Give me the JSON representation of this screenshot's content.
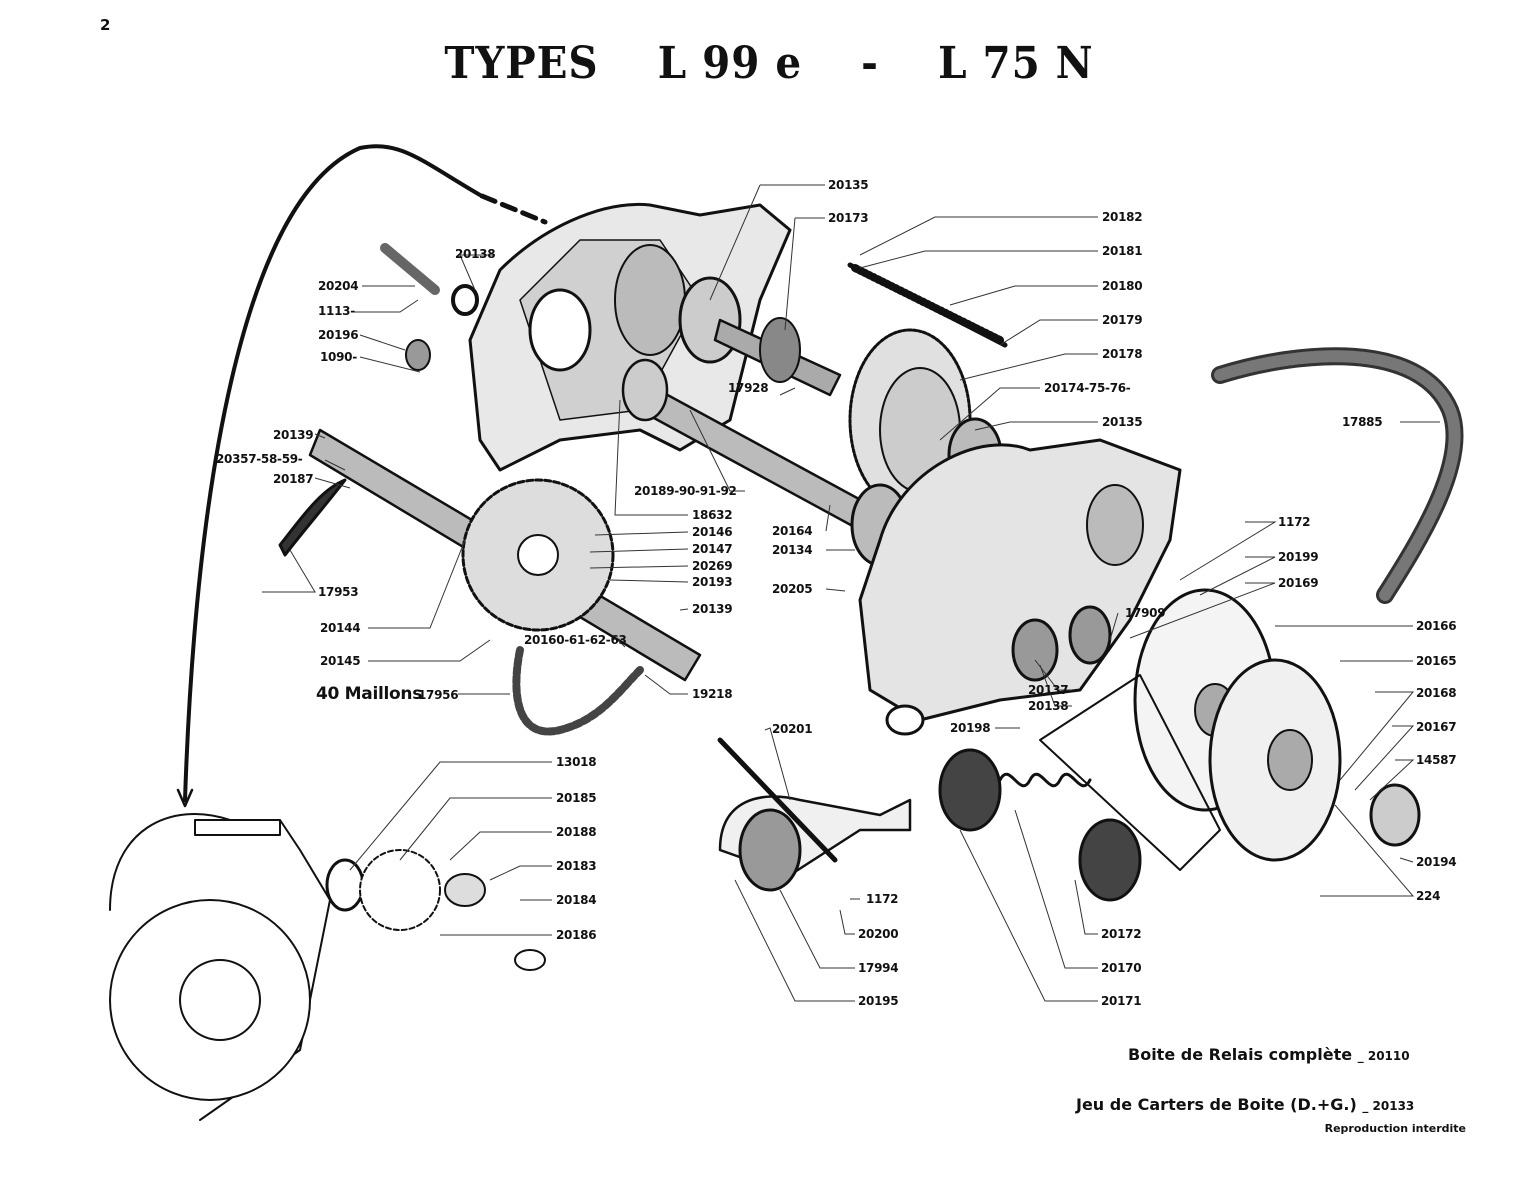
{
  "page": {
    "number": "2",
    "title_parts": [
      "TYPES",
      "L 99 e",
      "-",
      "L 75 N"
    ]
  },
  "labels": {
    "p20135a": "20135",
    "p20173": "20173",
    "p20182": "20182",
    "p20181": "20181",
    "p20180": "20180",
    "p20179": "20179",
    "p20178": "20178",
    "p20174": "20174-75-76-",
    "p20135b": "20135",
    "p17885": "17885",
    "p20138a": "20138",
    "p20204": "20204",
    "p1113": "1113-",
    "p20196": "20196",
    "p1090": "1090-",
    "p20139a": "20139",
    "p20357": "20357-58-59-",
    "p20187": "20187",
    "p17928": "17928",
    "p20189": "20189-90-91-92",
    "p18632": "18632",
    "p20146": "20146",
    "p20147": "20147",
    "p20269": "20269",
    "p20193": "20193",
    "p20139b": "20139",
    "p20164": "20164",
    "p20134": "20134",
    "p17953": "17953",
    "p20144": "20144",
    "p20145": "20145",
    "p20160": "20160-61-62-63",
    "p19218": "19218",
    "maillons": "40 Maillons",
    "p17956": "17956",
    "p1172a": "1172",
    "p20199": "20199",
    "p20169": "20169",
    "p17909": "17909",
    "p20205": "20205",
    "p20137": "20137",
    "p20138b": "20138",
    "p20198": "20198",
    "p20166": "20166",
    "p20165": "20165",
    "p20168": "20168",
    "p20167": "20167",
    "p14587": "14587",
    "p20194": "20194",
    "p224": "224",
    "p20201": "20201",
    "p1172b": "1172",
    "p20200": "20200",
    "p17994": "17994",
    "p20195": "20195",
    "p20172": "20172",
    "p20170": "20170",
    "p20171": "20171",
    "p13018": "13018",
    "p20185": "20185",
    "p20188": "20188",
    "p20183": "20183",
    "p20184": "20184",
    "p20186": "20186"
  },
  "footer": {
    "line1_text": "Boite de  Relais   complète",
    "line1_ref": "_ 20110",
    "line2_text": "Jeu de Carters de Boite (D.+G.)",
    "line2_ref": "_ 20133",
    "reproduction": "Reproduction interdite"
  }
}
